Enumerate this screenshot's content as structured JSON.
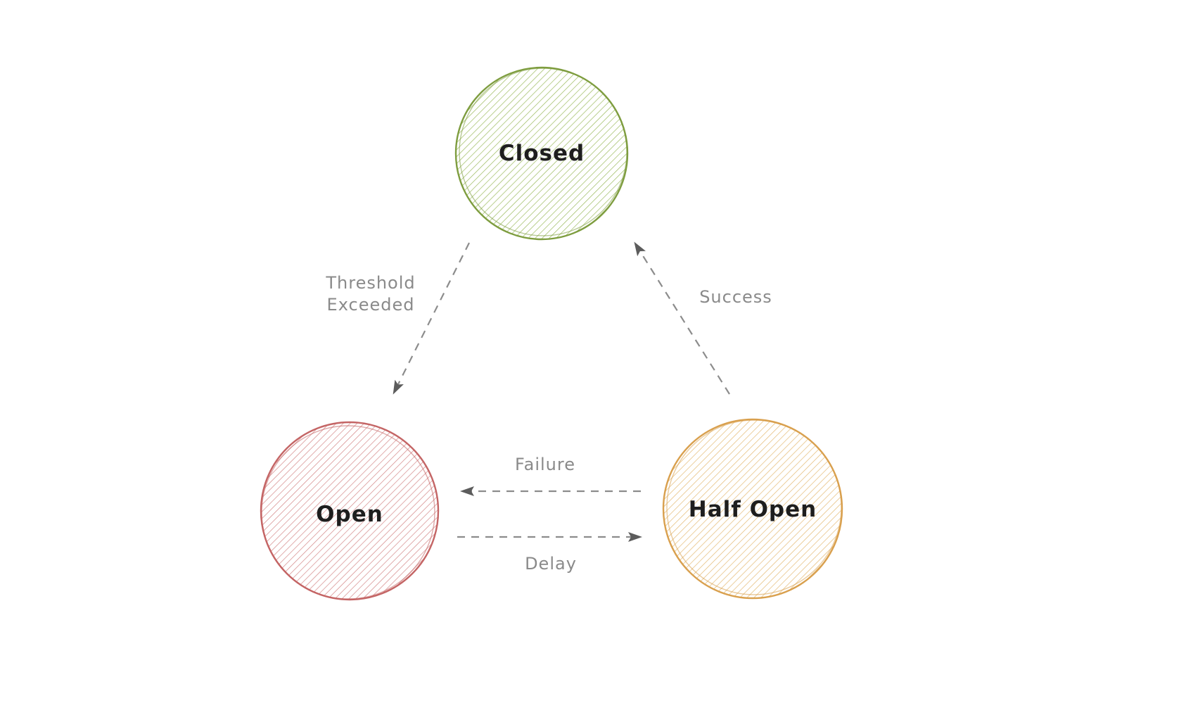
{
  "diagram": {
    "type": "state-diagram",
    "subject": "circuit-breaker-states",
    "background": "#ffffff",
    "nodes": {
      "closed": {
        "label": "Closed",
        "stroke": "#7e9d3f",
        "hatch": "#9cbb5f",
        "text_color": "#1e1e1e"
      },
      "open": {
        "label": "Open",
        "stroke": "#c46565",
        "hatch": "#d48888",
        "text_color": "#1e1e1e"
      },
      "half_open": {
        "label": "Half Open",
        "stroke": "#d9a04e",
        "hatch": "#e4ba74",
        "text_color": "#1e1e1e"
      }
    },
    "edges": {
      "threshold_exceeded": {
        "label_lines": [
          "Threshold",
          "Exceeded"
        ],
        "from": "Closed",
        "to": "Open"
      },
      "success": {
        "label": "Success",
        "from": "Half Open",
        "to": "Closed"
      },
      "failure": {
        "label": "Failure",
        "from": "Half Open",
        "to": "Open"
      },
      "delay": {
        "label": "Delay",
        "from": "Open",
        "to": "Half Open"
      }
    },
    "colors": {
      "edge": "#8c8c8c",
      "edge_label": "#8a8a8a",
      "arrowhead": "#5c5c5c"
    }
  }
}
